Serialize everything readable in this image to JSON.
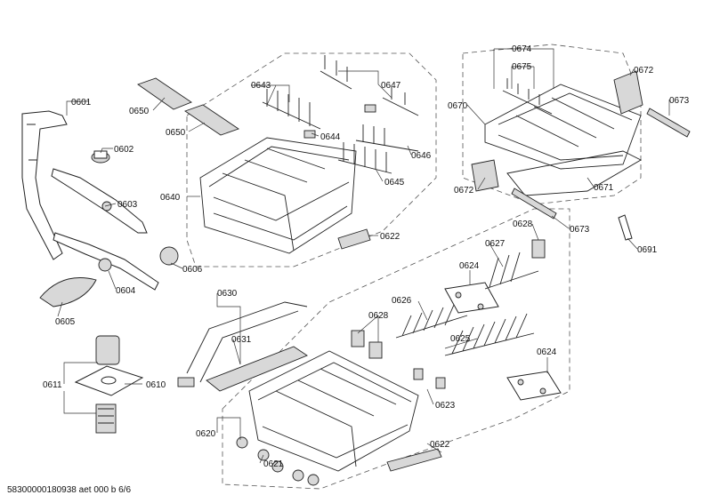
{
  "diagram": {
    "labels": {
      "p0601": "0601",
      "p0602": "0602",
      "p0603": "0603",
      "p0604": "0604",
      "p0605": "0605",
      "p0606": "0606",
      "p0610": "0610",
      "p0611": "0611",
      "p0620": "0620",
      "p0621": "0621",
      "p0622a": "0622",
      "p0622b": "0622",
      "p0623": "0623",
      "p0624a": "0624",
      "p0624b": "0624",
      "p0625": "0625",
      "p0626": "0626",
      "p0627": "0627",
      "p0628a": "0628",
      "p0628b": "0628",
      "p0630": "0630",
      "p0631": "0631",
      "p0640": "0640",
      "p0643": "0643",
      "p0644": "0644",
      "p0645": "0645",
      "p0646": "0646",
      "p0647": "0647",
      "p0650a": "0650",
      "p0650b": "0650",
      "p0670": "0670",
      "p0671": "0671",
      "p0672a": "0672",
      "p0672b": "0672",
      "p0673a": "0673",
      "p0673b": "0673",
      "p0674": "0674",
      "p0675": "0675",
      "p0691": "0691"
    },
    "footer": "58300000180938 aet 000 b 6/6"
  }
}
